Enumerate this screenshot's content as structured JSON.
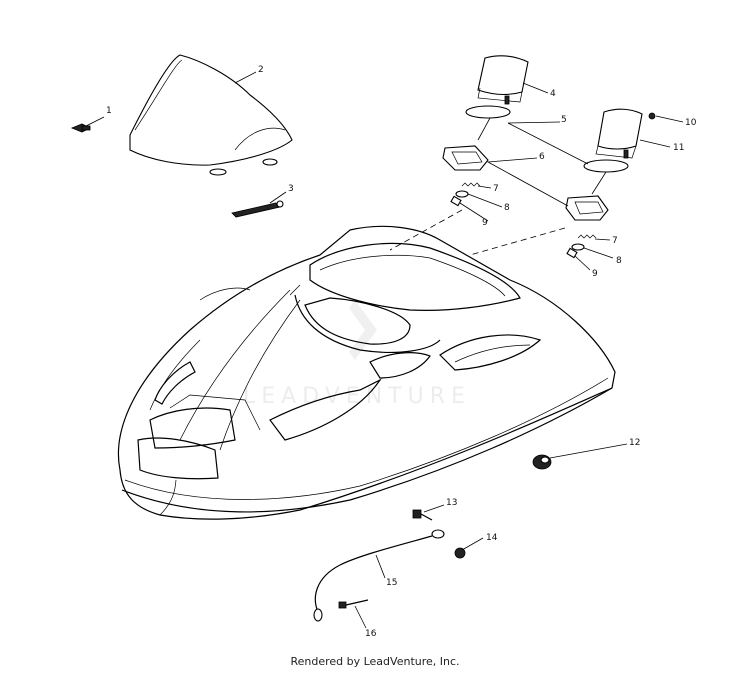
{
  "callouts": [
    "1",
    "2",
    "3",
    "4",
    "5",
    "6",
    "7",
    "8",
    "9",
    "10",
    "11",
    "12",
    "13",
    "14",
    "15",
    "16",
    "7",
    "8",
    "9"
  ],
  "footer": "Rendered by LeadVenture, Inc.",
  "watermark": "LEADVENTURE",
  "parts": {
    "fastener": "fastener-part",
    "windshield": "windshield-part",
    "tool": "tool-part",
    "gauge": "gauge-part",
    "gasket": "gasket-part",
    "mount": "gauge-mount-part",
    "spring": "spring-part",
    "washer": "washer-part",
    "plunger": "plunger-part",
    "screw": "screw-part",
    "hood": "hood-part",
    "grommet": "grommet-part",
    "nut": "nut-part",
    "cable": "tether-cable-part"
  }
}
